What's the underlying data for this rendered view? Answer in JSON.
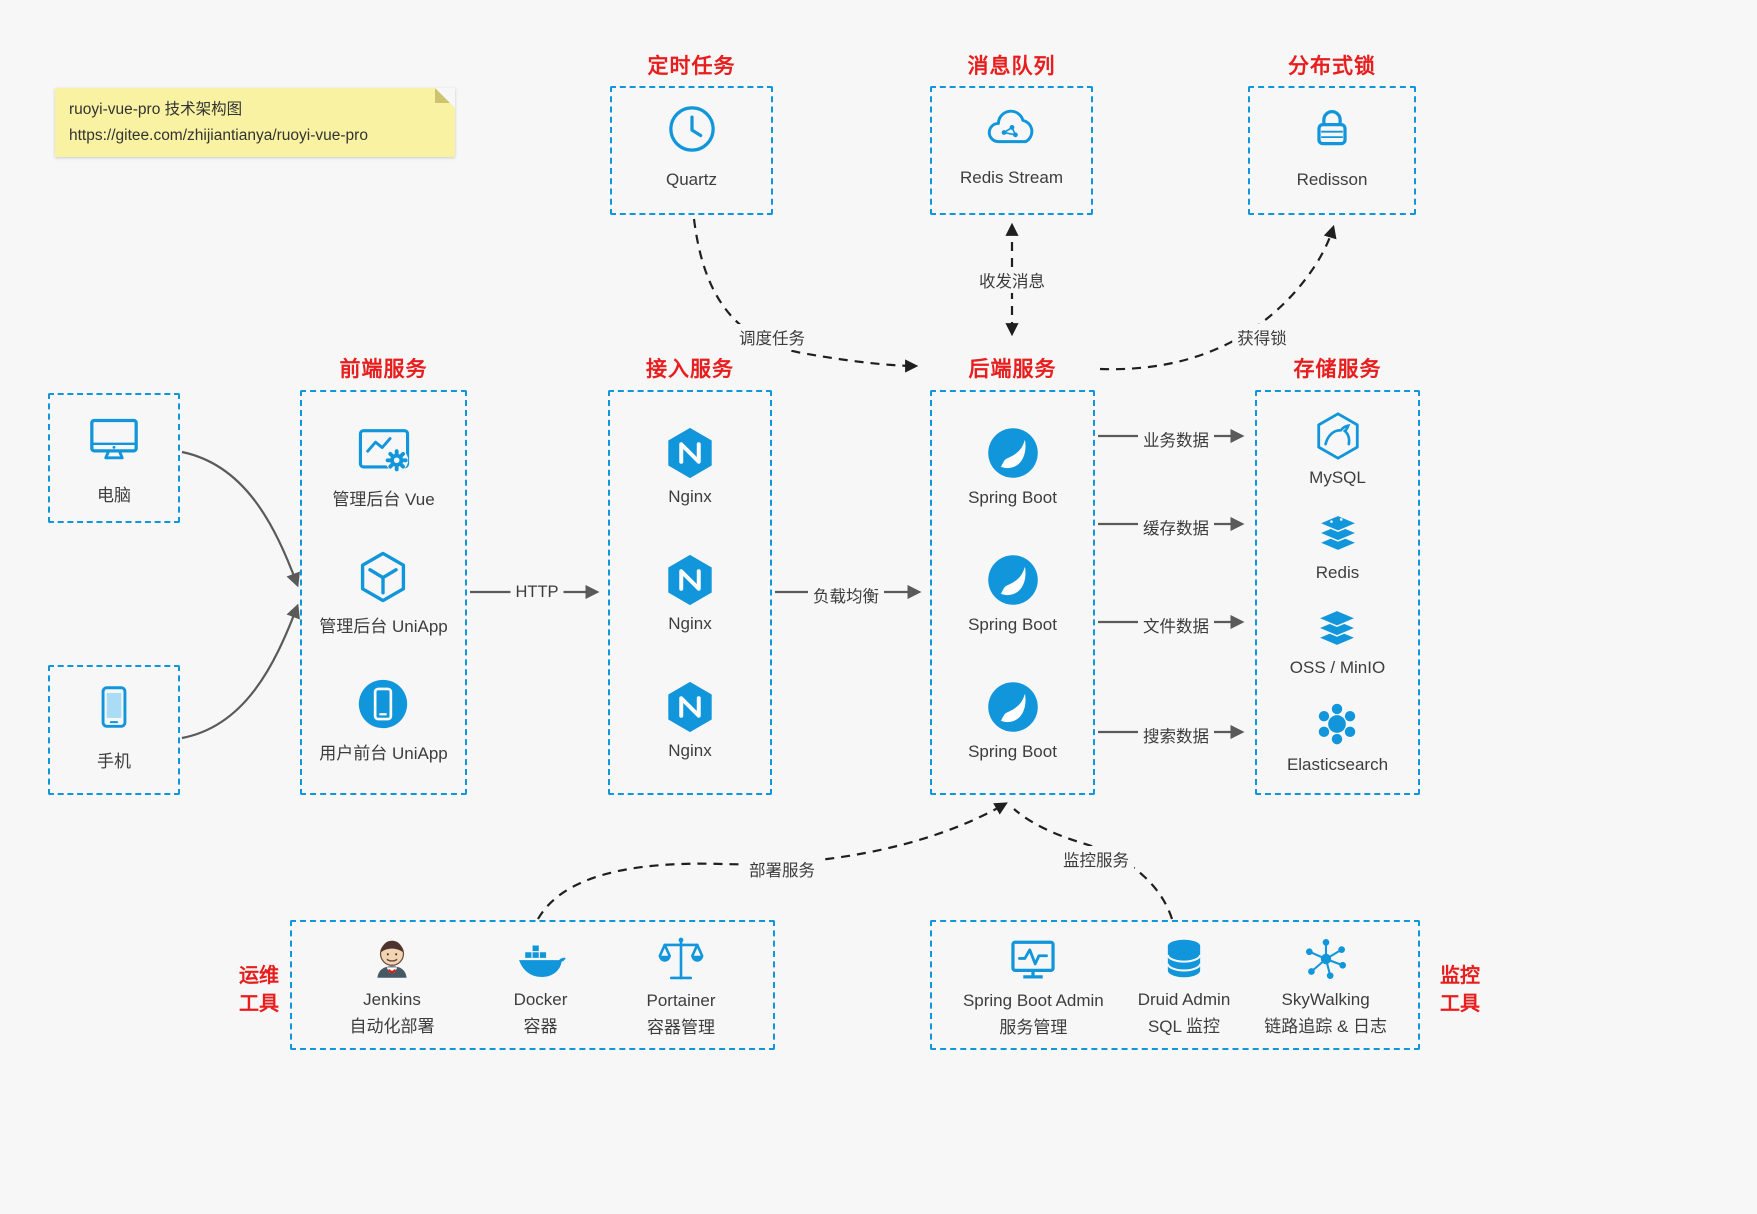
{
  "colors": {
    "accent": "#1296db",
    "title_red": "#e81e1e",
    "text": "#3d3d3d",
    "background": "#f7f7f7",
    "note_bg": "#f8f2a2",
    "solid_arrow": "#5a5a5a",
    "dashed_arrow": "#1f1f1f"
  },
  "note": {
    "line1": "ruoyi-vue-pro 技术架构图",
    "line2": "https://gitee.com/zhijiantianya/ruoyi-vue-pro"
  },
  "scheduler": {
    "title": "定时任务",
    "label": "Quartz",
    "icon": "clock-icon"
  },
  "mq": {
    "title": "消息队列",
    "label": "Redis Stream",
    "icon": "cloud-stream-icon"
  },
  "dlock": {
    "title": "分布式锁",
    "label": "Redisson",
    "icon": "padlock-icon"
  },
  "clients": {
    "pc": {
      "label": "电脑",
      "icon": "monitor-icon"
    },
    "mobile": {
      "label": "手机",
      "icon": "smartphone-icon"
    }
  },
  "frontend": {
    "title": "前端服务",
    "items": [
      {
        "label": "管理后台 Vue",
        "icon": "admin-vue-icon"
      },
      {
        "label": "管理后台 UniApp",
        "icon": "uniapp-hexagon-icon"
      },
      {
        "label": "用户前台 UniApp",
        "icon": "user-app-icon"
      }
    ]
  },
  "gateway": {
    "title": "接入服务",
    "items": [
      {
        "label": "Nginx",
        "icon": "nginx-icon"
      },
      {
        "label": "Nginx",
        "icon": "nginx-icon"
      },
      {
        "label": "Nginx",
        "icon": "nginx-icon"
      }
    ]
  },
  "backend": {
    "title": "后端服务",
    "items": [
      {
        "label": "Spring Boot",
        "icon": "spring-boot-icon"
      },
      {
        "label": "Spring Boot",
        "icon": "spring-boot-icon"
      },
      {
        "label": "Spring Boot",
        "icon": "spring-boot-icon"
      }
    ]
  },
  "storage": {
    "title": "存储服务",
    "items": [
      {
        "label": "MySQL",
        "icon": "mysql-icon"
      },
      {
        "label": "Redis",
        "icon": "redis-icon"
      },
      {
        "label": "OSS / MinIO",
        "icon": "oss-minio-icon"
      },
      {
        "label": "Elasticsearch",
        "icon": "elasticsearch-icon"
      }
    ]
  },
  "ops": {
    "title_line1": "运维",
    "title_line2": "工具",
    "items": [
      {
        "name": "Jenkins",
        "desc": "自动化部署",
        "icon": "jenkins-icon"
      },
      {
        "name": "Docker",
        "desc": "容器",
        "icon": "docker-icon"
      },
      {
        "name": "Portainer",
        "desc": "容器管理",
        "icon": "portainer-icon"
      }
    ]
  },
  "monitoring": {
    "title_line1": "监控",
    "title_line2": "工具",
    "items": [
      {
        "name": "Spring Boot Admin",
        "desc": "服务管理",
        "icon": "spring-boot-admin-icon"
      },
      {
        "name": "Druid Admin",
        "desc": "SQL 监控",
        "icon": "druid-icon"
      },
      {
        "name": "SkyWalking",
        "desc": "链路追踪 & 日志",
        "icon": "skywalking-icon"
      }
    ]
  },
  "edges": {
    "http": "HTTP",
    "load_balance": "负载均衡",
    "schedule": "调度任务",
    "message": "收发消息",
    "lock": "获得锁",
    "business": "业务数据",
    "cache": "缓存数据",
    "file": "文件数据",
    "search": "搜索数据",
    "deploy": "部署服务",
    "monitor": "监控服务"
  }
}
